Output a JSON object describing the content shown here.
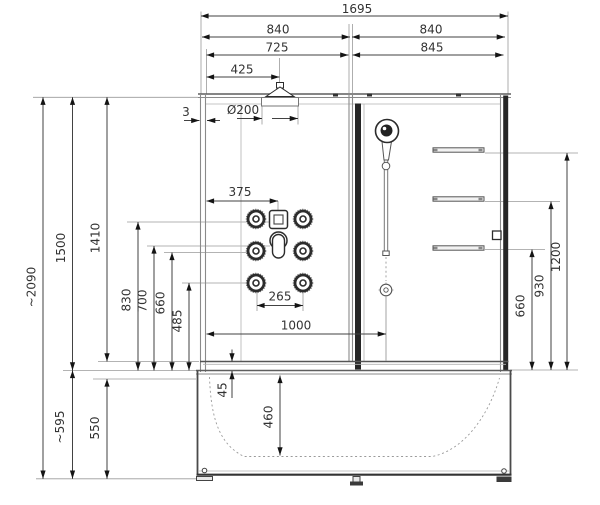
{
  "dims": {
    "overall_width": "1695",
    "section_left": "840",
    "section_right": "840",
    "inner_left": "725",
    "inner_right": "845",
    "head_offset": "425",
    "head_diameter": "Ø200",
    "glass_thickness": "3",
    "total_height": "~2090",
    "cabin_height": "1500",
    "cabin_inner": "1410",
    "jet_row_top": "830",
    "mixer_height": "700",
    "jet_row_mid": "660",
    "jet_row_bot": "485",
    "panel_offset": "375",
    "jet_spacing": "265",
    "outlet_offset": "1000",
    "rim_gap": "45",
    "tub_depth": "460",
    "tub_height": "~595",
    "apron_height": "550",
    "shelf_top": "1200",
    "shelf_mid": "930",
    "shelf_bot": "660"
  }
}
